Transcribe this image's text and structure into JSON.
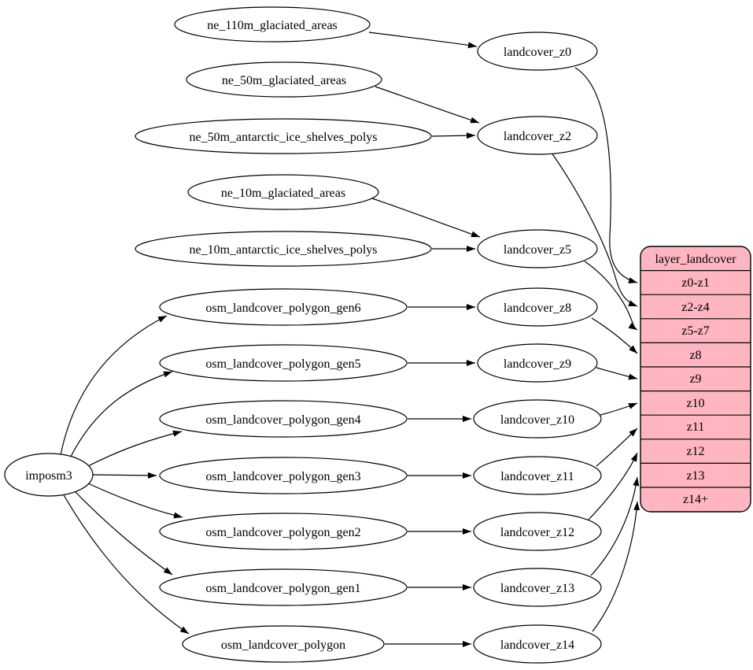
{
  "graph": {
    "bg_color": "#ffffff",
    "node_fill": "#ffffff",
    "node_stroke": "#000000",
    "edge_color": "#000000",
    "importer": {
      "label": "imposm3"
    },
    "sources": [
      {
        "label": "ne_110m_glaciated_areas"
      },
      {
        "label": "ne_50m_glaciated_areas"
      },
      {
        "label": "ne_50m_antarctic_ice_shelves_polys"
      },
      {
        "label": "ne_10m_glaciated_areas"
      },
      {
        "label": "ne_10m_antarctic_ice_shelves_polys"
      },
      {
        "label": "osm_landcover_polygon_gen6"
      },
      {
        "label": "osm_landcover_polygon_gen5"
      },
      {
        "label": "osm_landcover_polygon_gen4"
      },
      {
        "label": "osm_landcover_polygon_gen3"
      },
      {
        "label": "osm_landcover_polygon_gen2"
      },
      {
        "label": "osm_landcover_polygon_gen1"
      },
      {
        "label": "osm_landcover_polygon"
      }
    ],
    "intermediates": [
      {
        "label": "landcover_z0"
      },
      {
        "label": "landcover_z2"
      },
      {
        "label": "landcover_z5"
      },
      {
        "label": "landcover_z8"
      },
      {
        "label": "landcover_z9"
      },
      {
        "label": "landcover_z10"
      },
      {
        "label": "landcover_z11"
      },
      {
        "label": "landcover_z12"
      },
      {
        "label": "landcover_z13"
      },
      {
        "label": "landcover_z14"
      }
    ],
    "layer": {
      "title": "layer_landcover",
      "fill": "#ffb6c1",
      "rows": [
        "z0-z1",
        "z2-z4",
        "z5-z7",
        "z8",
        "z9",
        "z10",
        "z11",
        "z12",
        "z13",
        "z14+"
      ]
    },
    "edges": [
      {
        "from": "imposm3",
        "to": "osm_landcover_polygon_gen6"
      },
      {
        "from": "imposm3",
        "to": "osm_landcover_polygon_gen5"
      },
      {
        "from": "imposm3",
        "to": "osm_landcover_polygon_gen4"
      },
      {
        "from": "imposm3",
        "to": "osm_landcover_polygon_gen3"
      },
      {
        "from": "imposm3",
        "to": "osm_landcover_polygon_gen2"
      },
      {
        "from": "imposm3",
        "to": "osm_landcover_polygon_gen1"
      },
      {
        "from": "imposm3",
        "to": "osm_landcover_polygon"
      },
      {
        "from": "ne_110m_glaciated_areas",
        "to": "landcover_z0"
      },
      {
        "from": "ne_50m_glaciated_areas",
        "to": "landcover_z2"
      },
      {
        "from": "ne_50m_antarctic_ice_shelves_polys",
        "to": "landcover_z2"
      },
      {
        "from": "ne_10m_glaciated_areas",
        "to": "landcover_z5"
      },
      {
        "from": "ne_10m_antarctic_ice_shelves_polys",
        "to": "landcover_z5"
      },
      {
        "from": "osm_landcover_polygon_gen6",
        "to": "landcover_z8"
      },
      {
        "from": "osm_landcover_polygon_gen5",
        "to": "landcover_z9"
      },
      {
        "from": "osm_landcover_polygon_gen4",
        "to": "landcover_z10"
      },
      {
        "from": "osm_landcover_polygon_gen3",
        "to": "landcover_z11"
      },
      {
        "from": "osm_landcover_polygon_gen2",
        "to": "landcover_z12"
      },
      {
        "from": "osm_landcover_polygon_gen1",
        "to": "landcover_z13"
      },
      {
        "from": "osm_landcover_polygon",
        "to": "landcover_z14"
      },
      {
        "from": "landcover_z0",
        "to": "layer_landcover.z0-z1"
      },
      {
        "from": "landcover_z2",
        "to": "layer_landcover.z2-z4"
      },
      {
        "from": "landcover_z5",
        "to": "layer_landcover.z5-z7"
      },
      {
        "from": "landcover_z8",
        "to": "layer_landcover.z8"
      },
      {
        "from": "landcover_z9",
        "to": "layer_landcover.z9"
      },
      {
        "from": "landcover_z10",
        "to": "layer_landcover.z10"
      },
      {
        "from": "landcover_z11",
        "to": "layer_landcover.z11"
      },
      {
        "from": "landcover_z12",
        "to": "layer_landcover.z12"
      },
      {
        "from": "landcover_z13",
        "to": "layer_landcover.z13"
      },
      {
        "from": "landcover_z14",
        "to": "layer_landcover.z14+"
      }
    ]
  }
}
